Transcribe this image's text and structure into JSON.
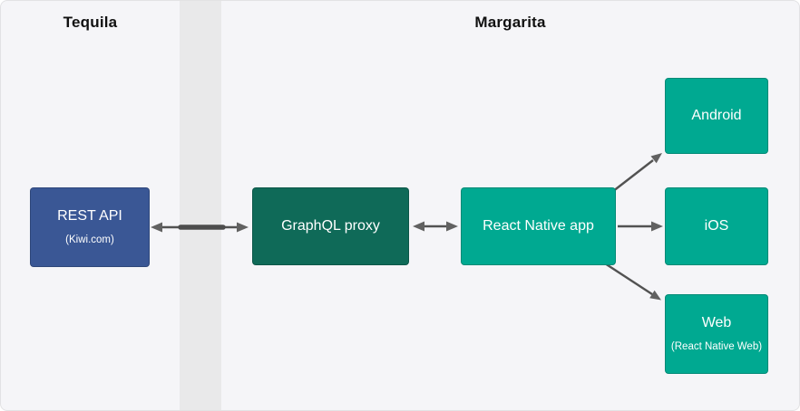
{
  "diagram": {
    "sections": {
      "tequila": {
        "title": "Tequila"
      },
      "margarita": {
        "title": "Margarita"
      }
    },
    "nodes": {
      "rest_api": {
        "label": "REST API",
        "sublabel": "(Kiwi.com)",
        "color": "#3a5795"
      },
      "graphql_proxy": {
        "label": "GraphQL proxy",
        "color": "#0f6a58"
      },
      "react_native_app": {
        "label": "React Native app",
        "color": "#00a991"
      },
      "android": {
        "label": "Android",
        "color": "#00a991"
      },
      "ios": {
        "label": "iOS",
        "color": "#00a991"
      },
      "web": {
        "label": "Web",
        "sublabel": "(React Native Web)",
        "color": "#00a991"
      }
    },
    "edges": [
      {
        "from": "rest_api",
        "to": "graphql_proxy",
        "direction": "bidirectional"
      },
      {
        "from": "graphql_proxy",
        "to": "react_native_app",
        "direction": "bidirectional"
      },
      {
        "from": "react_native_app",
        "to": "android",
        "direction": "forward"
      },
      {
        "from": "react_native_app",
        "to": "ios",
        "direction": "forward"
      },
      {
        "from": "react_native_app",
        "to": "web",
        "direction": "forward"
      }
    ],
    "colors": {
      "background": "#f5f5f8",
      "lane_strip": "#e9e9ea",
      "arrow_line": "#525252",
      "arrow_head": "#616161",
      "node_text": "#ffffff",
      "title_text": "#111111"
    }
  }
}
